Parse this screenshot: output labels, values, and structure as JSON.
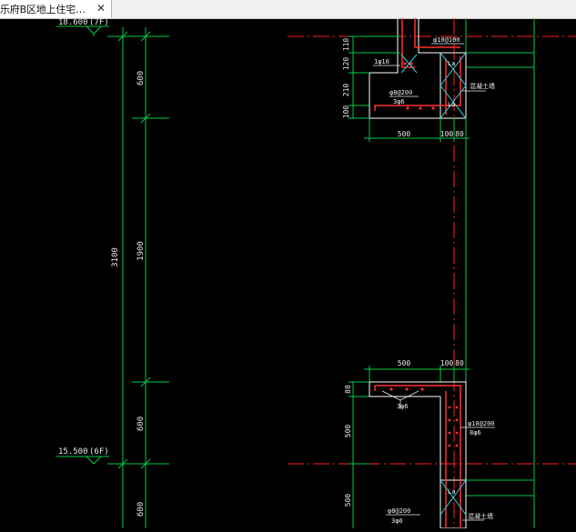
{
  "tab": {
    "title": "乐府B区地上住宅…",
    "close_glyph": "✕"
  },
  "drawing": {
    "colors": {
      "background": "#000000",
      "dimension": "#00cc44",
      "axis": "#ff2020",
      "rebar": "#ff3030",
      "outline": "#ffffff",
      "hatch": "#30d0e0",
      "note": "#e8e8e8"
    },
    "elevations": [
      {
        "value": "18.600",
        "floor": "(7F)"
      },
      {
        "value": "15.500",
        "floor": "(6F)"
      }
    ],
    "dims_left": {
      "total": "3100",
      "segments": [
        "600",
        "1900",
        "600",
        "600"
      ]
    },
    "detail_top": {
      "side_dims": [
        "110",
        "120",
        "210",
        "100"
      ],
      "bottom_dims": [
        "500",
        "100",
        "80"
      ],
      "rebar_top": "φ10@100",
      "rebar_left": "1φ10",
      "rebar_mid": "φ8@200",
      "rebar_count": "3φ6",
      "wall_tag": "混凝土墙",
      "anchor_1": "La",
      "anchor_2": "La"
    },
    "detail_bottom": {
      "top_dims": [
        "500",
        "100",
        "80"
      ],
      "side_dims": [
        "80",
        "500",
        "500"
      ],
      "rebar_count_top": "3φ6",
      "rebar_right": "φ10@200",
      "rebar_right_count": "8φ6",
      "rebar_bottom": "φ8@200",
      "rebar_bottom_count": "3φ6",
      "wall_tag": "混凝土墙",
      "anchor": "La"
    }
  }
}
